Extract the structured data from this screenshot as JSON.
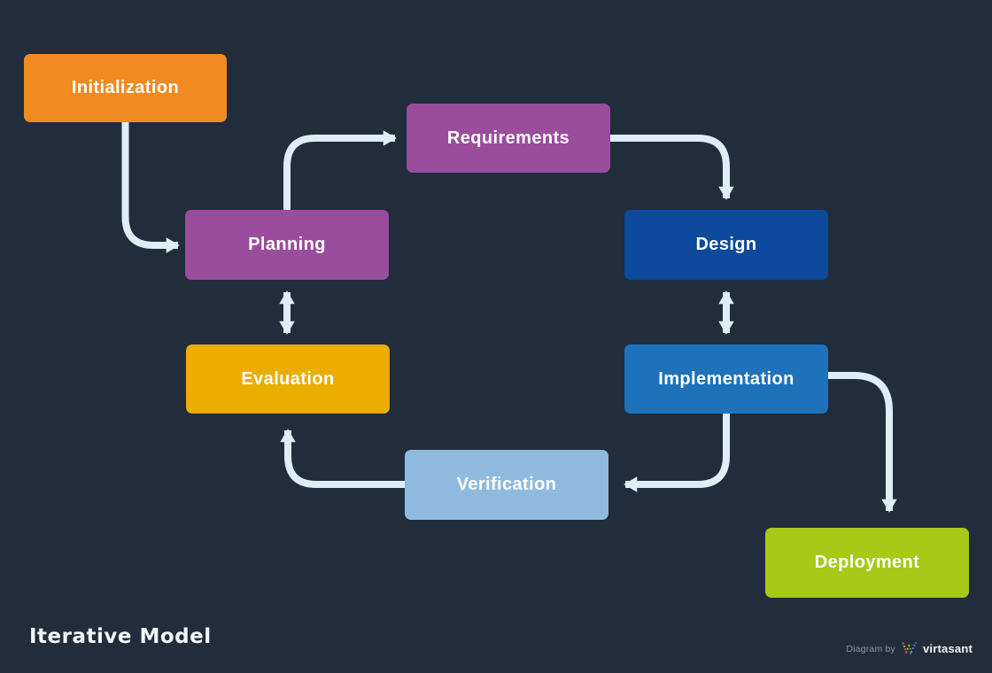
{
  "title": "Iterative Model",
  "footer": {
    "credit_prefix": "Diagram by",
    "brand": "virtasant"
  },
  "colors": {
    "background": "#212d3b",
    "arrow": "#ddeef6",
    "node_text": "#ffffff",
    "title_text": "#f4f6f8",
    "credit_text": "#8d97a3"
  },
  "nodes": {
    "initialization": {
      "label": "Initialization",
      "color": "#f18a21"
    },
    "requirements": {
      "label": "Requirements",
      "color": "#9a4d9d"
    },
    "planning": {
      "label": "Planning",
      "color": "#9a4d9d"
    },
    "design": {
      "label": "Design",
      "color": "#0d499c"
    },
    "evaluation": {
      "label": "Evaluation",
      "color": "#eaad00"
    },
    "implementation": {
      "label": "Implementation",
      "color": "#1d72ba"
    },
    "verification": {
      "label": "Verification",
      "color": "#8fbade"
    },
    "deployment": {
      "label": "Deployment",
      "color": "#a9c918"
    }
  },
  "edges": [
    {
      "from": "Initialization",
      "to": "Planning",
      "direction": "one-way"
    },
    {
      "from": "Planning",
      "to": "Requirements",
      "direction": "one-way"
    },
    {
      "from": "Requirements",
      "to": "Design",
      "direction": "one-way"
    },
    {
      "from": "Design",
      "to": "Implementation",
      "direction": "two-way"
    },
    {
      "from": "Planning",
      "to": "Evaluation",
      "direction": "two-way"
    },
    {
      "from": "Implementation",
      "to": "Verification",
      "direction": "one-way"
    },
    {
      "from": "Implementation",
      "to": "Deployment",
      "direction": "one-way"
    },
    {
      "from": "Verification",
      "to": "Evaluation",
      "direction": "one-way"
    }
  ]
}
